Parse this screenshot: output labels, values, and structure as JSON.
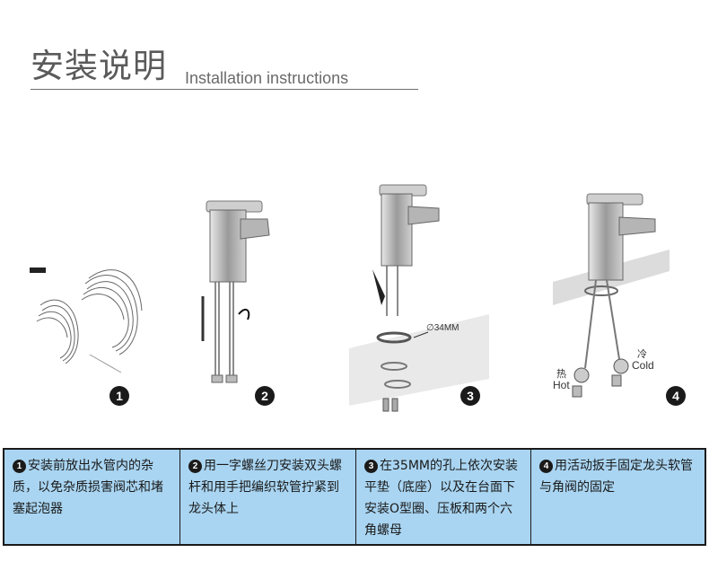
{
  "header": {
    "title_zh": "安装说明",
    "title_en": "Installation instructions"
  },
  "illustrations": {
    "step2_hole_label": "∅34MM",
    "step4_cold_zh": "冷",
    "step4_cold_en": "Cold",
    "step4_hot_zh": "热",
    "step4_hot_en": "Hot"
  },
  "steps": [
    {
      "number": "1",
      "text": "安装前放出水管内的杂质，以免杂质损害阀芯和堵塞起泡器"
    },
    {
      "number": "2",
      "text": "用一字螺丝刀安装双头螺杆和用手把编织软管拧紧到龙头体上"
    },
    {
      "number": "3",
      "text": "在35MM的孔上依次安装平垫（底座）以及在台面下安装O型圈、压板和两个六角螺母"
    },
    {
      "number": "4",
      "text": "用活动扳手固定龙头软管与角阀的固定"
    }
  ],
  "colors": {
    "table_bg": "#a9d5f2",
    "border": "#1a1a1a",
    "title": "#5a5a5a"
  }
}
